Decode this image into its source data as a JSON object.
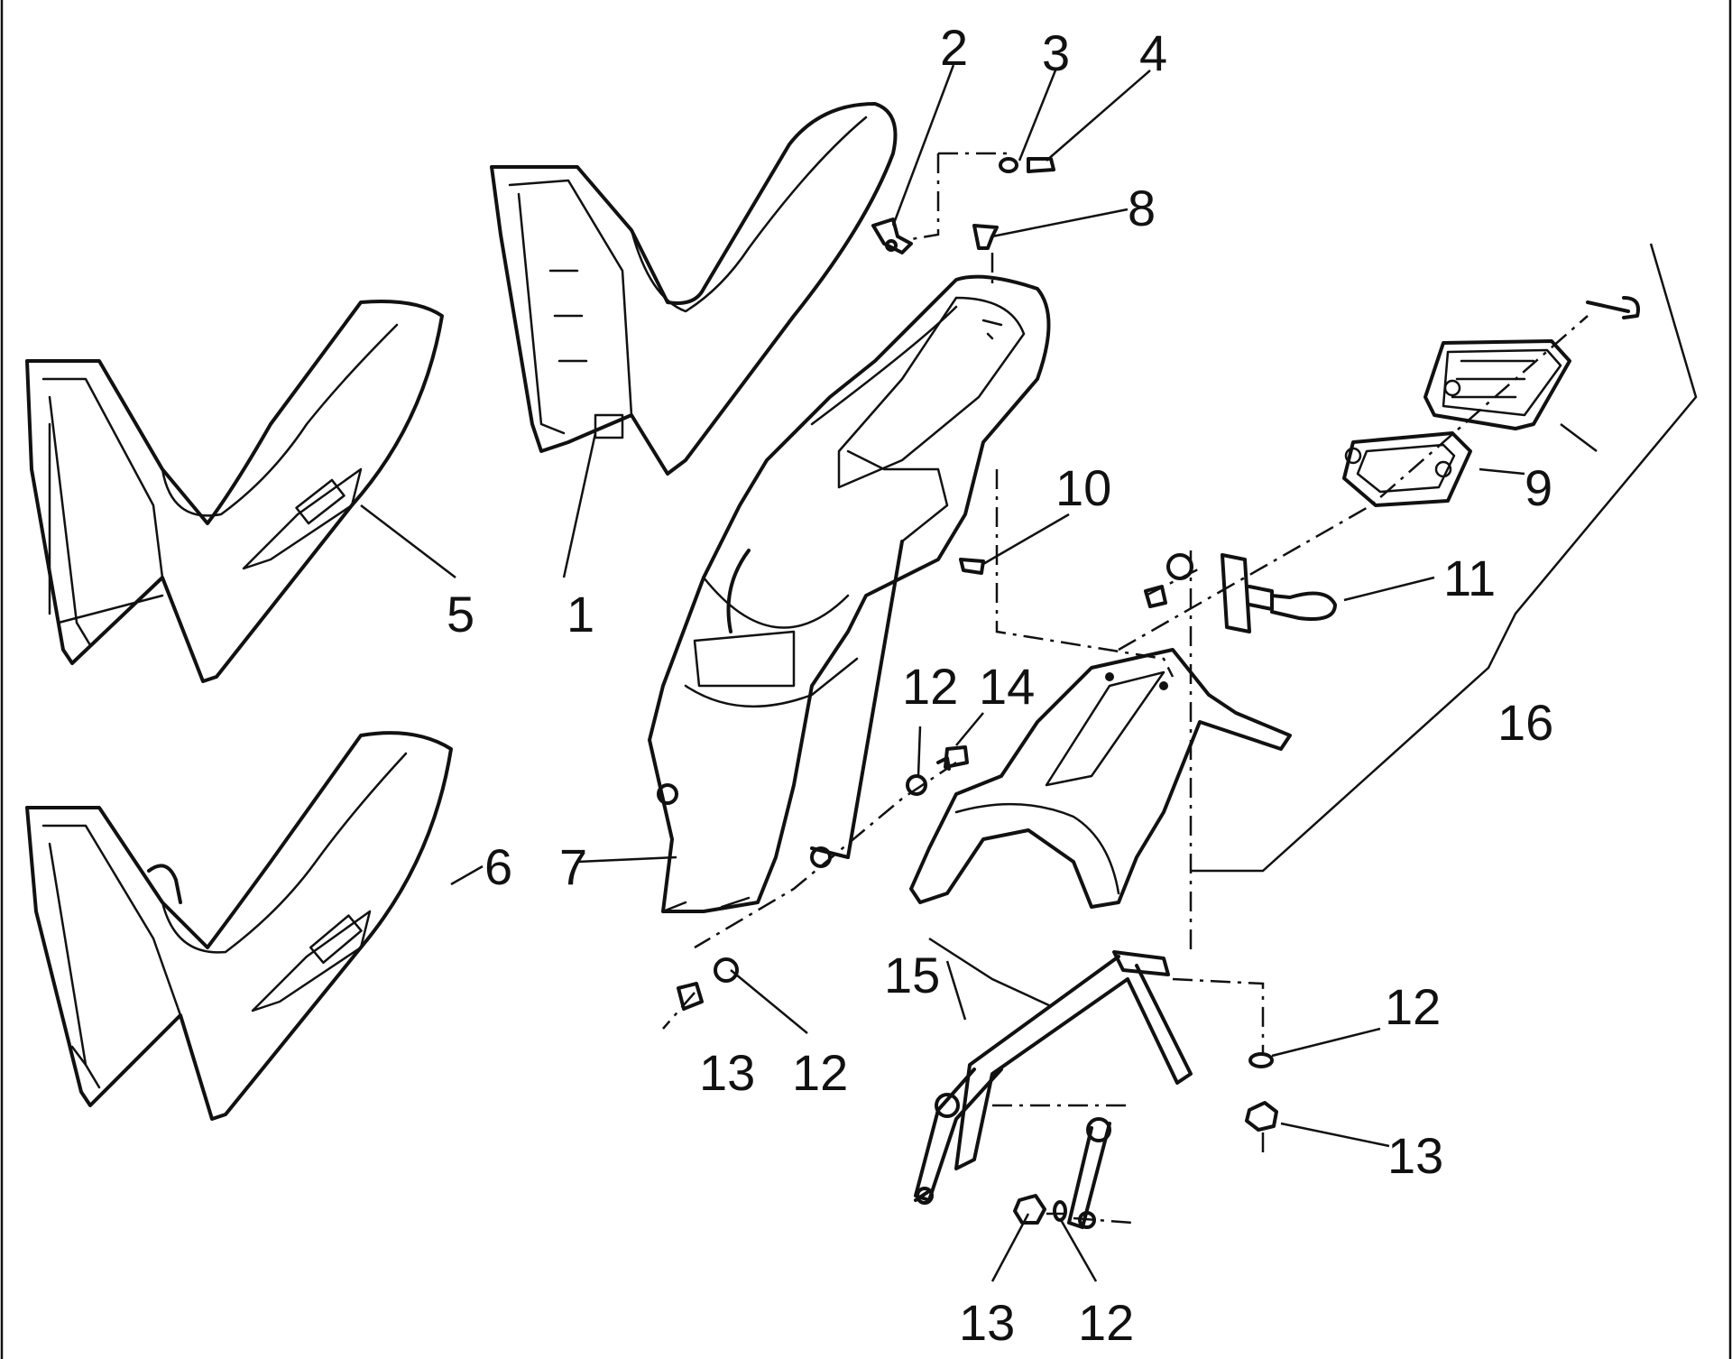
{
  "callouts": [
    {
      "id": "c1",
      "label": "1"
    },
    {
      "id": "c2",
      "label": "2"
    },
    {
      "id": "c3",
      "label": "3"
    },
    {
      "id": "c4",
      "label": "4"
    },
    {
      "id": "c5",
      "label": "5"
    },
    {
      "id": "c6",
      "label": "6"
    },
    {
      "id": "c7",
      "label": "7"
    },
    {
      "id": "c8",
      "label": "8"
    },
    {
      "id": "c9",
      "label": "9"
    },
    {
      "id": "c10",
      "label": "10"
    },
    {
      "id": "c11",
      "label": "11"
    },
    {
      "id": "c12a",
      "label": "12"
    },
    {
      "id": "c12b",
      "label": "12"
    },
    {
      "id": "c12c",
      "label": "12"
    },
    {
      "id": "c12d",
      "label": "12"
    },
    {
      "id": "c13a",
      "label": "13"
    },
    {
      "id": "c13b",
      "label": "13"
    },
    {
      "id": "c13c",
      "label": "13"
    },
    {
      "id": "c14",
      "label": "14"
    },
    {
      "id": "c15",
      "label": "15"
    },
    {
      "id": "c16",
      "label": "16"
    }
  ]
}
